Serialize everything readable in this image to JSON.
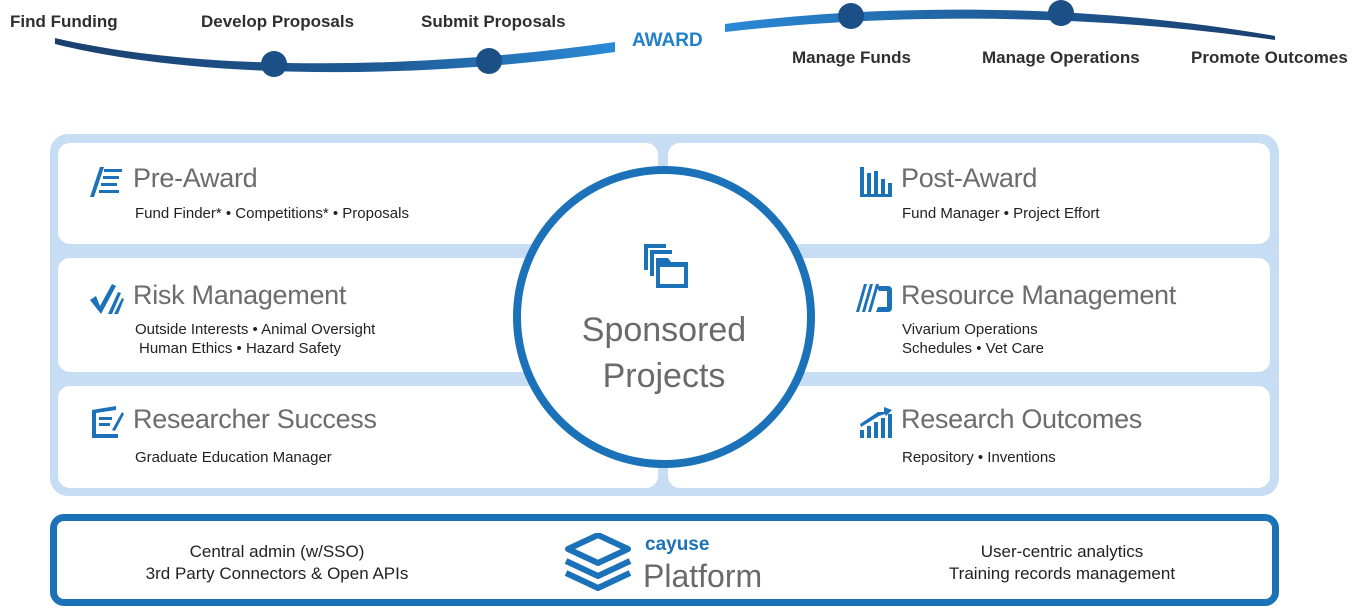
{
  "timeline": {
    "stages": [
      "Find Funding",
      "Develop Proposals",
      "Submit Proposals"
    ],
    "award": "AWARD",
    "post_stages": [
      "Manage Funds",
      "Manage Operations",
      "Promote Outcomes"
    ]
  },
  "modules": {
    "pre_award": {
      "title": "Pre-Award",
      "line1": "Fund Finder* • Competitions* • Proposals",
      "icon": "document-lines-icon"
    },
    "post_award": {
      "title": "Post-Award",
      "line1": "Fund Manager • Project Effort",
      "icon": "bar-chart-icon"
    },
    "risk": {
      "title": "Risk Management",
      "line1": "Outside Interests • Animal Oversight",
      "line2": "Human Ethics • Hazard Safety",
      "icon": "checkmark-icon"
    },
    "resource": {
      "title": "Resource Management",
      "line1": "Vivarium Operations",
      "line2": "Schedules • Vet Care",
      "icon": "resource-stripes-icon"
    },
    "researcher": {
      "title": "Researcher Success",
      "line1": "Graduate Education Manager",
      "icon": "notepad-icon"
    },
    "outcomes": {
      "title": "Research Outcomes",
      "line1": "Repository • Inventions",
      "icon": "growth-chart-icon"
    }
  },
  "center": {
    "line1": "Sponsored",
    "line2": "Projects",
    "icon": "folder-stack-icon"
  },
  "platform": {
    "left_line1": "Central admin (w/SSO)",
    "left_line2": "3rd Party Connectors & Open APIs",
    "brand": "cayuse",
    "product": "Platform",
    "right_line1": "User-centric analytics",
    "right_line2": "Training records management"
  },
  "colors": {
    "primary": "#1b72b8",
    "accent": "#1f7fc8",
    "dark_navy": "#1a4a7a",
    "frame": "#c6ddf3"
  }
}
